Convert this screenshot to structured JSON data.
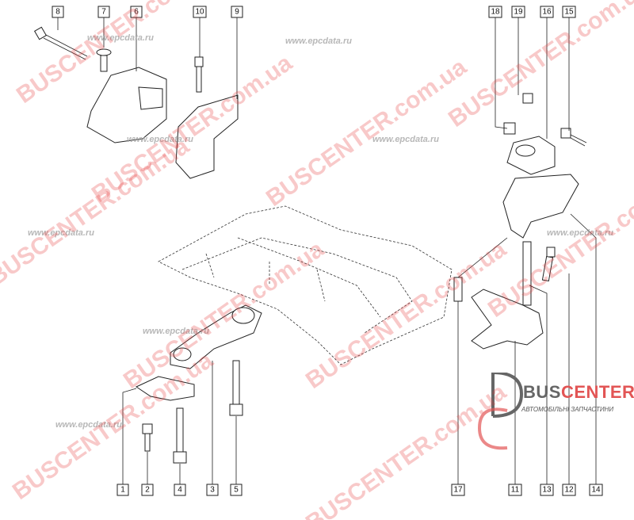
{
  "diagram": {
    "callouts_top": [
      "8",
      "7",
      "6",
      "10",
      "9",
      "18",
      "19",
      "16",
      "15"
    ],
    "callouts_bottom": [
      "1",
      "2",
      "4",
      "3",
      "5",
      "17",
      "11",
      "13",
      "12",
      "14"
    ]
  },
  "watermarks": {
    "busc": "BUSCENTER.com.ua",
    "epc": "www.epcdata.ru"
  },
  "logo": {
    "name_part1": "BUS",
    "name_part2": "CENTER",
    "subtitle": "АВТОМОБІЛЬНІ ЗАПЧАСТИНИ",
    "accent_color": "#e25555"
  }
}
